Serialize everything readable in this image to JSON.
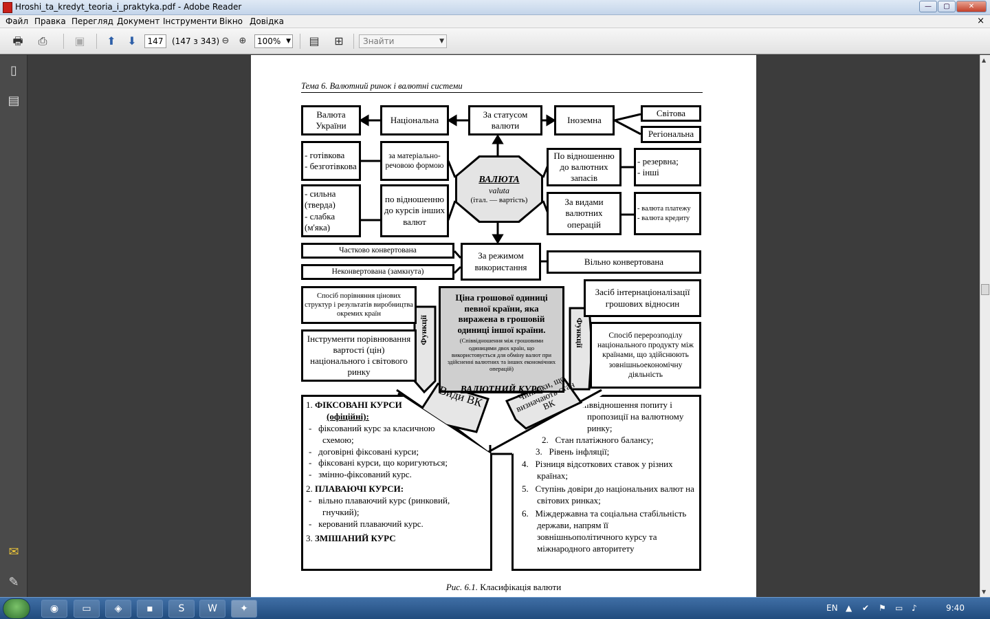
{
  "window": {
    "title": "Hroshi_ta_kredyt_teoria_i_praktyka.pdf - Adobe Reader",
    "min": "—",
    "max": "▢",
    "close": "✕"
  },
  "menu": [
    "Файл",
    "Правка",
    "Перегляд",
    "Документ",
    "Інструменти",
    "Вікно",
    "Довідка"
  ],
  "menu_close": "×",
  "toolbar": {
    "page": "147",
    "page_count": "(147 з 343)",
    "zoom": "100%",
    "find_placeholder": "Знайти"
  },
  "page": {
    "header": "Тема 6. Валютний ринок і валютні системи",
    "caption_prefix": "Рис. 6.1.",
    "caption": " Класифікація валюти",
    "boxes": {
      "val_ukr": "Валюта України",
      "national": "Національна",
      "status": "За статусом валюти",
      "foreign": "Іноземна",
      "world": "Світова",
      "regional": "Регіональна",
      "cash1": "- готівкова",
      "cash2": "- безготівкова",
      "material": "за матеріально-речовою формою",
      "reserve_rel": "По відношенню до валютних запасів",
      "reserve1": "- резервна;",
      "reserve2": "- інші",
      "strong1": "- сильна (тверда)",
      "strong2": "- слабка (м'яка)",
      "courses_rel": "по відношенню до курсів інших валют",
      "ops": "За видами валютних операцій",
      "ops1": "- валюта платежу",
      "ops2": "- валюта кредиту",
      "partial": "Частково конвертована",
      "nonconv": "Неконвертована (замкнута)",
      "regime": "За режимом використання",
      "free": "Вільно конвертована",
      "compare": "Спосіб порівняння цінових структур і результатів виробництва окремих країн",
      "instr": "Інструменти порівнювання вартості (цін) національного і світового ринку",
      "intl": "Засіб інтернаціоналізації грошових відносин",
      "redistr": "Спосіб перерозподілу національного продукту між країнами, що здійснюють зовнішньоекономічну діяльність",
      "func_left": "Функції",
      "func_right": "Функції"
    },
    "octagon": {
      "title": "ВАЛЮТА",
      "latin": "valuta",
      "note": "(італ. — вартість)"
    },
    "center": {
      "main": "Ціна грошової одиниці певної країни, яка виражена в грошовій одиниці іншої країни.",
      "sub": "(Співвідношення між грошовими одиницями двох країн, що використовується для обміну валют при здійсненні валютних та інших економічних операцій)",
      "vk": "ВАЛЮТНИЙ КУРС"
    },
    "arrow_left": "Види ВК",
    "arrow_right": "Чинники, що визначають стан ВК",
    "left_panel": {
      "h1": "ФІКСОВАНІ КУРСИ",
      "h1b": "(офіційні):",
      "i1": "фіксований курс за класичною схемою;",
      "i2": "договірні фіксовані курси;",
      "i3": "фіксовані курси, що коригуються;",
      "i4": "змінно-фіксований курс.",
      "h2": "ПЛАВАЮЧІ КУРСИ:",
      "i5": "вільно плаваючий курс (ринковий, гнучкий);",
      "i6": "керований плаваючий курс.",
      "h3": "ЗМІШАНИЙ КУРС"
    },
    "right_panel": {
      "r1": "Співвідношення попиту і пропозиції на валютному ринку;",
      "r2": "Стан платіжного балансу;",
      "r3": "Рівень інфляції;",
      "r4": "Різниця відсоткових ставок у різних країнах;",
      "r5": "Ступінь довіри до національних валют на світових ринках;",
      "r6": "Міждержавна та соціальна стабільність держави, напрям її зовнішньополітичного курсу та міжнародного авторитету"
    }
  },
  "tray": {
    "lang": "EN",
    "time": "9:40"
  }
}
